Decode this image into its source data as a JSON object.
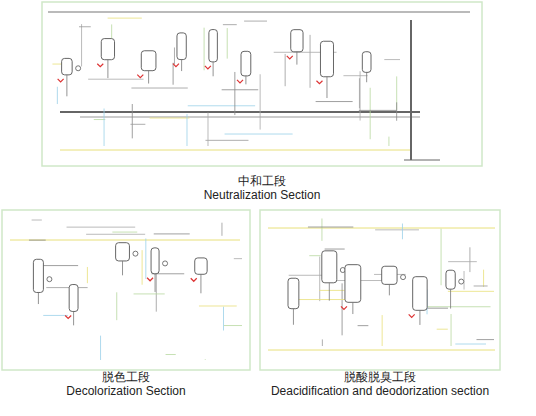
{
  "diagram": {
    "nodes": [
      {
        "text": [
          "中和工段",
          "Neutralization Section"
        ]
      },
      {
        "text": [
          "脱色工段",
          "Decolorization Section"
        ]
      },
      {
        "text": [
          "脱酸脱臭工段",
          "Deacidification and deodorization section"
        ]
      }
    ]
  }
}
